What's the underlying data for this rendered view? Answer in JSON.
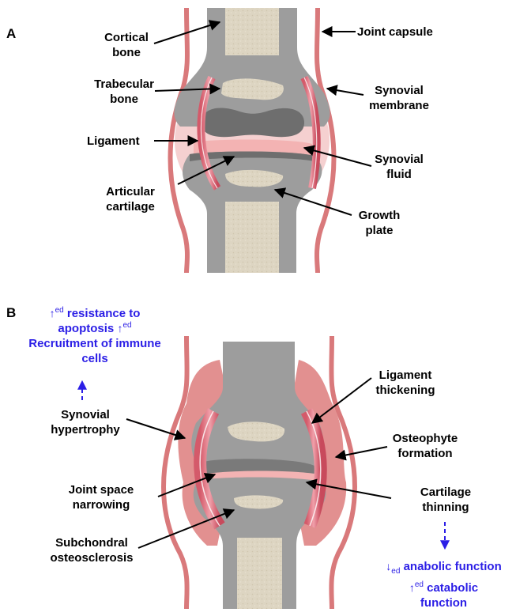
{
  "panel_a": {
    "letter": "A",
    "labels": {
      "cortical_bone": [
        "Cortical",
        "bone"
      ],
      "joint_capsule": "Joint capsule",
      "trabecular_bone": [
        "Trabecular",
        "bone"
      ],
      "synovial_membrane": [
        "Synovial",
        "membrane"
      ],
      "ligament": "Ligament",
      "synovial_fluid": [
        "Synovial",
        "fluid"
      ],
      "articular_cartilage": [
        "Articular",
        "cartilage"
      ],
      "growth_plate": [
        "Growth",
        "plate"
      ]
    }
  },
  "panel_b": {
    "letter": "B",
    "effects_top": {
      "line1_arrow": "↑",
      "line1_sup": "ed",
      "line1_text": "resistance to",
      "line2_text": "apoptosis",
      "line2_arrow": "↑",
      "line2_sup": "ed",
      "line3_text": "Recruitment of immune",
      "line4_text": "cells"
    },
    "labels": {
      "synovial_hypertrophy": [
        "Synovial",
        "hypertrophy"
      ],
      "ligament_thickening": [
        "Ligament",
        "thickening"
      ],
      "osteophyte_formation": [
        "Osteophyte",
        "formation"
      ],
      "joint_space_narrowing": [
        "Joint space",
        "narrowing"
      ],
      "cartilage_thinning": [
        "Cartilage",
        "thinning"
      ],
      "subchondral_osteosclerosis": [
        "Subchondral",
        "osteosclerosis"
      ]
    },
    "effects_bottom": {
      "line1_arrow": "↓",
      "line1_sub": "ed",
      "line1_text": "anabolic function",
      "line2_arrow": "↑",
      "line2_sup": "ed",
      "line2_text": "catabolic",
      "line3_text": "function"
    }
  },
  "colors": {
    "bone_gray": "#9d9d9d",
    "trabecular": "#ddd5c2",
    "capsule_red": "#d9797b",
    "synovium_pink": "#f2c4c4",
    "hypertrophy": "#e29090",
    "annotation_blue": "#2b1ee6"
  }
}
